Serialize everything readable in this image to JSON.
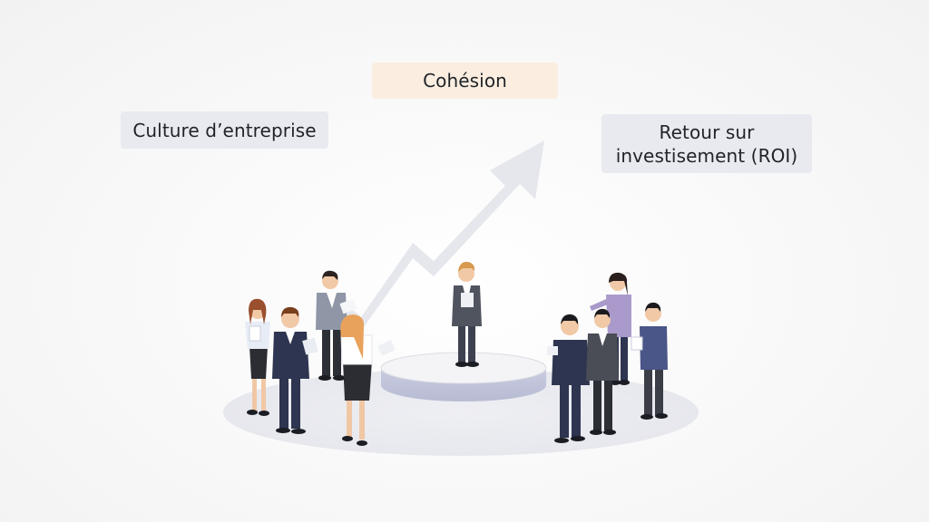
{
  "labels": {
    "culture": "Culture d’entreprise",
    "cohesion": "Cohésion",
    "roi_line1": "Retour sur",
    "roi_line2": "investisement (ROI)"
  },
  "colors": {
    "background": "#f7f7f7",
    "label_blue_bg": "#e8eaf0",
    "label_peach_bg": "#fbeee0",
    "arrow": "#e6e8ee",
    "suit_navy": "#2e3550",
    "suit_grey": "#4a4d55"
  }
}
